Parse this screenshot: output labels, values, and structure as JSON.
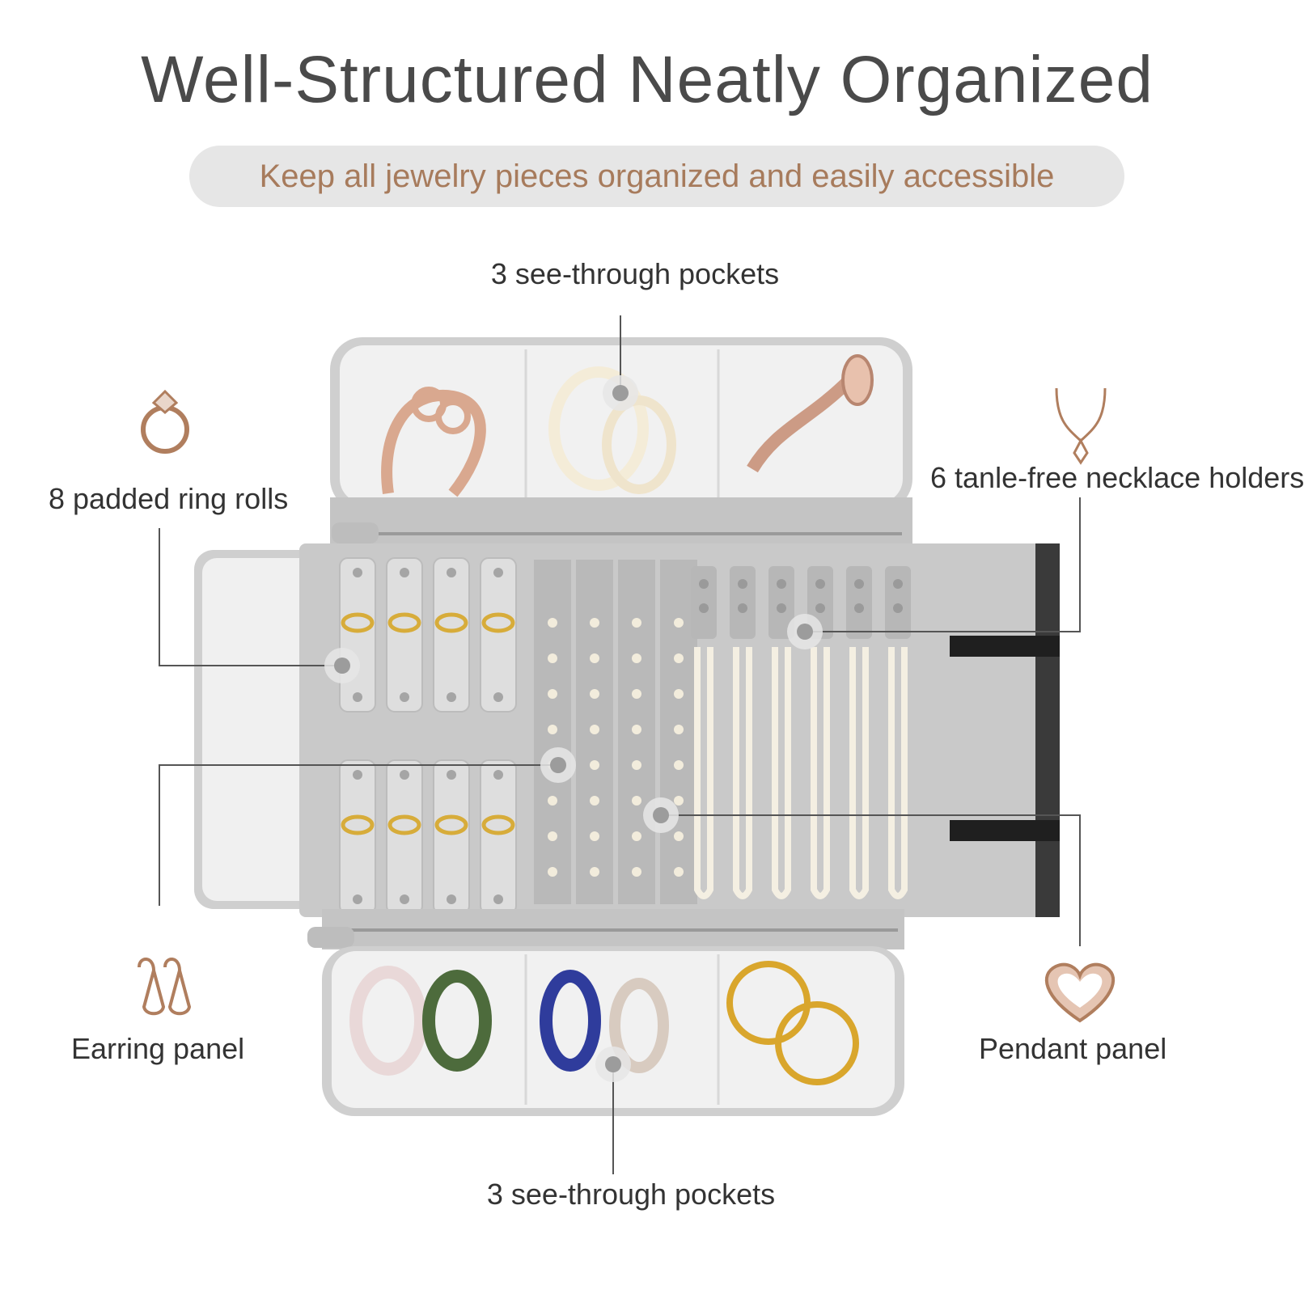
{
  "header": {
    "title": "Well-Structured Neatly Organized",
    "subtitle": "Keep all jewelry pieces organized and easily accessible"
  },
  "callouts": {
    "top_pockets": "3 see-through pockets",
    "ring_rolls": "8 padded ring rolls",
    "necklace_holders": "6 tanle-free necklace holders",
    "earring_panel": "Earring panel",
    "pendant_panel": "Pendant panel",
    "bottom_pockets": "3 see-through pockets"
  },
  "icons": {
    "ring": "ring-icon",
    "necklace": "necklace-icon",
    "earring": "earring-icon",
    "pendant": "heart-pendant-icon"
  },
  "colors": {
    "title": "#4a4a4a",
    "accent": "#a77b5c",
    "pill": "#e6e6e6",
    "panel": "#c8c8c8",
    "pocket": "#ededed",
    "leader": "#555555",
    "icon": "#b07e5e"
  },
  "counts": {
    "ring_rolls": 8,
    "necklace_holders": 6,
    "top_pockets": 3,
    "bottom_pockets": 3
  }
}
